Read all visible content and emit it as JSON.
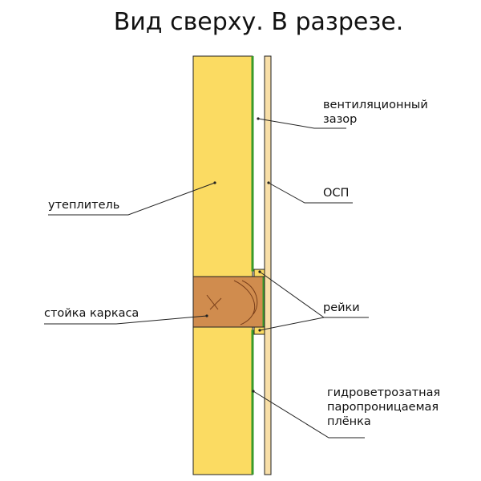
{
  "title": "Вид сверху. В разрезе.",
  "labels": {
    "vent_gap_line1": "вентиляционный",
    "vent_gap_line2": "зазор",
    "osp": "ОСП",
    "insulation": "утеплитель",
    "stud": "стойка каркаса",
    "battens": "рейки",
    "membrane_line1": "гидроветрозатная",
    "membrane_line2": "паропроницаемая",
    "membrane_line3": "плёнка"
  },
  "colors": {
    "insulation": "#FBDB62",
    "stud": "#D08C4E",
    "membrane": "#3A9A2A",
    "osp": "#F8DFA8",
    "battens": "#FBDB62",
    "outline": "#222222"
  }
}
